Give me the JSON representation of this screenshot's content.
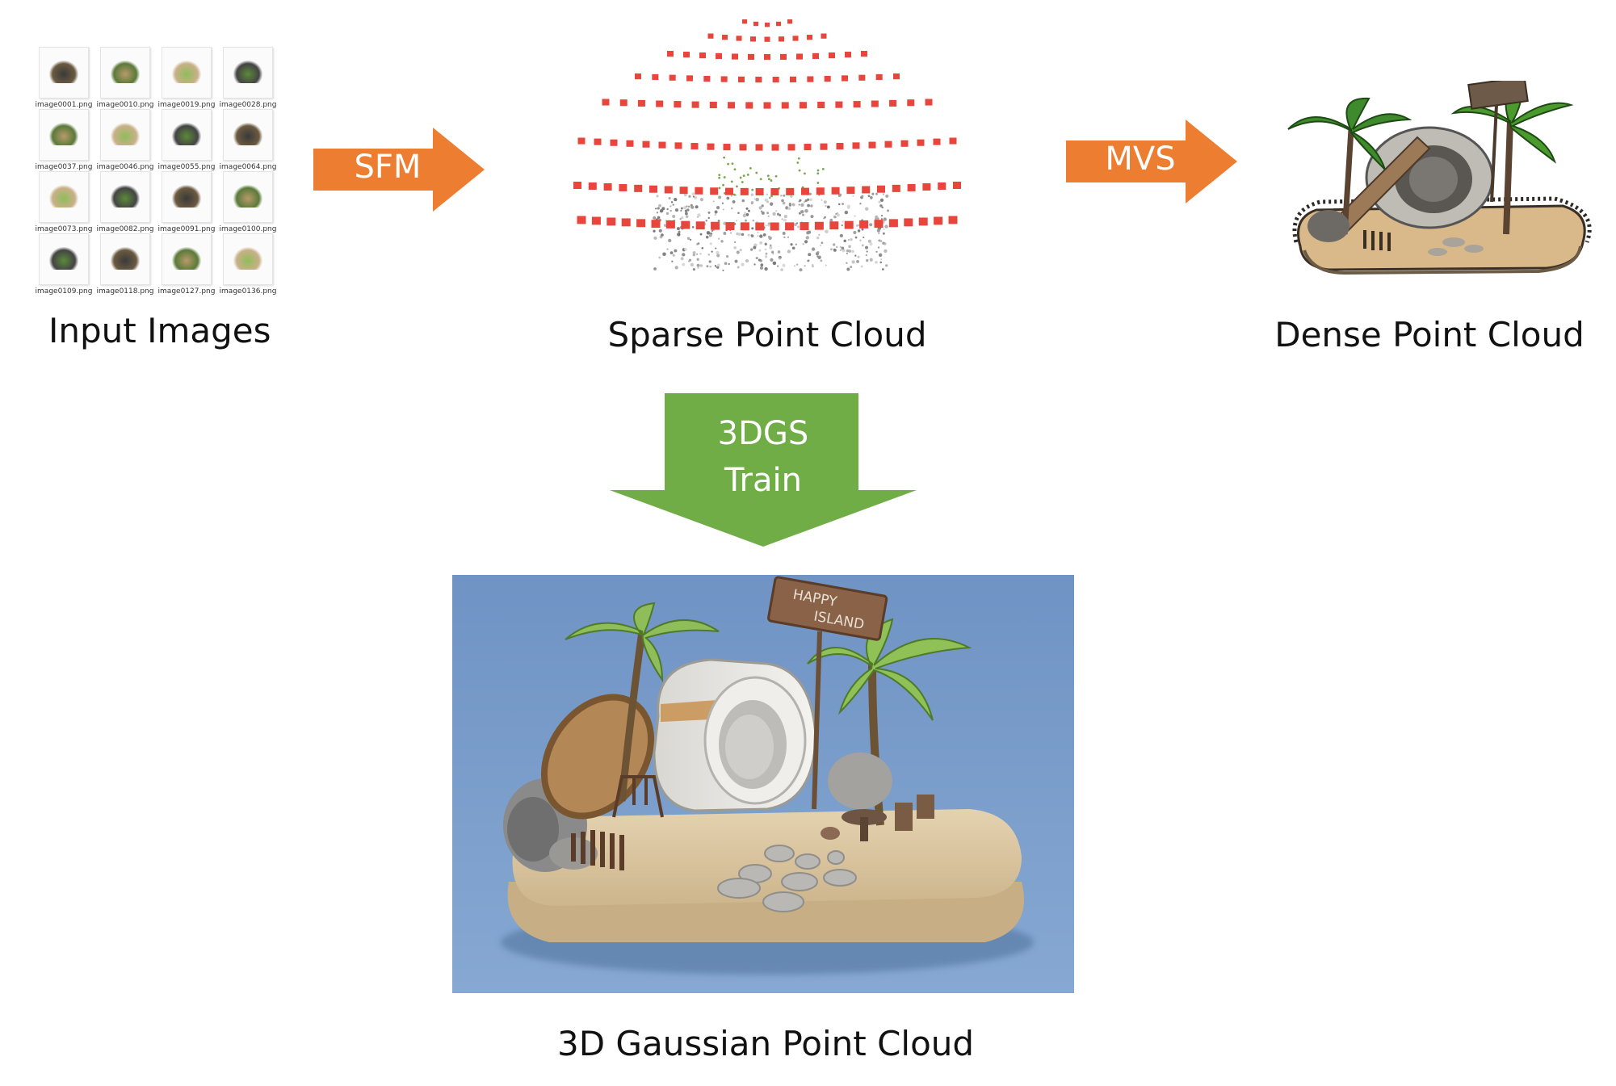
{
  "stages": {
    "input_images": "Input Images",
    "sparse_point_cloud": "Sparse Point Cloud",
    "dense_point_cloud": "Dense Point Cloud",
    "gaussian_point_cloud": "3D Gaussian Point Cloud"
  },
  "arrows": {
    "sfm": "SFM",
    "mvs": "MVS",
    "train_line1": "3DGS",
    "train_line2": "Train"
  },
  "thumbnails": [
    "image0001.png",
    "image0010.png",
    "image0019.png",
    "image0028.png",
    "image0037.png",
    "image0046.png",
    "image0055.png",
    "image0064.png",
    "image0073.png",
    "image0082.png",
    "image0091.png",
    "image0100.png",
    "image0109.png",
    "image0118.png",
    "image0127.png",
    "image0136.png"
  ],
  "sign_text_line1": "HAPPY",
  "sign_text_line2": "ISLAND",
  "colors": {
    "orange_arrow": "#ED7D31",
    "green_arrow": "#70AD47",
    "camera_red": "#E8453C",
    "sky_blue": "#6F95C8"
  }
}
